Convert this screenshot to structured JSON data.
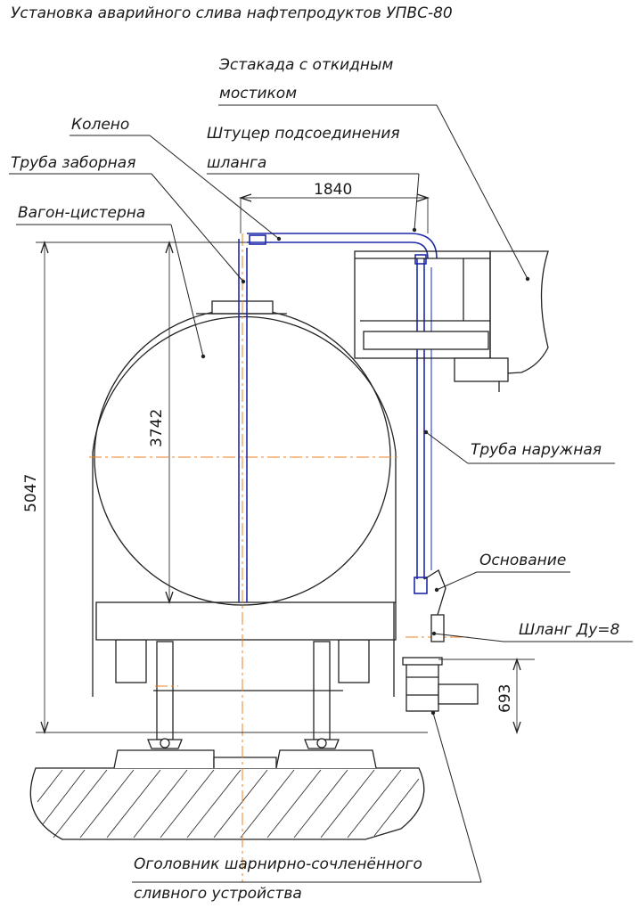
{
  "title": "Установка аварийного слива нафтепродуктов УПВС-80",
  "labels": {
    "estakada_line1": "Эстакада с откидным",
    "estakada_line2": "мостиком",
    "koleno": "Колено",
    "shtucer_line1": "Штуцер подсоединения",
    "shtucer_line2": "шланга",
    "truba_zabornaya": "Труба заборная",
    "vagon_cisterna": "Вагон-цистерна",
    "truba_naruzhnaya": "Труба наружная",
    "osnovanie": "Основание",
    "shlang": "Шланг Ду=8",
    "ogolovnik_line1": "Оголовник шарнирно-сочленённого",
    "ogolovnik_line2": "сливного устройства"
  },
  "dimensions": {
    "width_top": "1840",
    "tank_height": "3742",
    "total_height": "5047",
    "base_height": "693"
  },
  "colors": {
    "pipe": "#1f2aa8",
    "centerline": "#f08020",
    "line": "#222222"
  }
}
